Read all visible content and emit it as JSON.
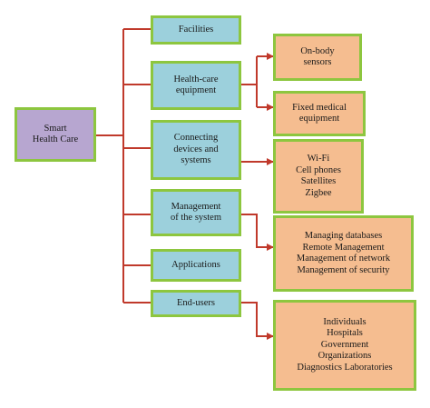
{
  "root": {
    "lines": [
      "Smart",
      "Health Care"
    ]
  },
  "categories": [
    {
      "lines": [
        "Facilities"
      ]
    },
    {
      "lines": [
        "Health-care",
        "equipment"
      ]
    },
    {
      "lines": [
        "Connecting",
        "devices and",
        "systems"
      ]
    },
    {
      "lines": [
        "Management",
        "of the system"
      ]
    },
    {
      "lines": [
        "Applications"
      ]
    },
    {
      "lines": [
        "End-users"
      ]
    }
  ],
  "details": [
    {
      "lines": [
        "On-body",
        "sensors"
      ]
    },
    {
      "lines": [
        "Fixed medical",
        "equipment"
      ]
    },
    {
      "lines": [
        "Wi-Fi",
        "Cell phones",
        "Satellites",
        "Zigbee"
      ]
    },
    {
      "lines": [
        "Managing databases",
        "Remote Management",
        "Management of network",
        "Management of security"
      ]
    },
    {
      "lines": [
        "Individuals",
        "Hospitals",
        "Government",
        "Organizations",
        "Diagnostics Laboratories"
      ]
    }
  ],
  "colors": {
    "root_fill": "#b7a6d0",
    "category_fill": "#9cd0dc",
    "detail_fill": "#f5bd90",
    "border": "#8dc63f",
    "connector": "#c0392b"
  }
}
